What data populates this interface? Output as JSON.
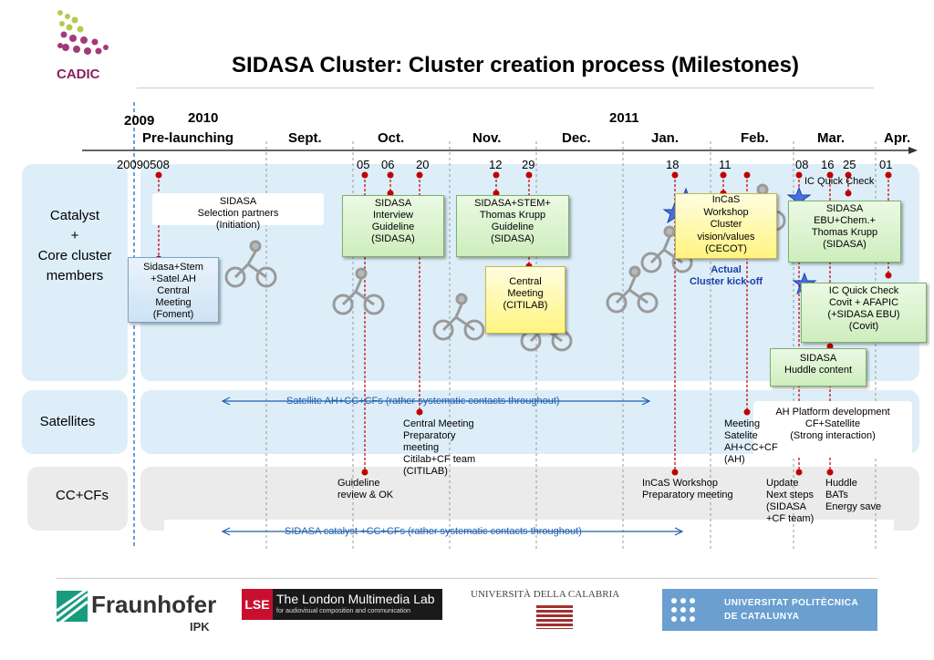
{
  "title": "SIDASA Cluster: Cluster creation process (Milestones)",
  "logo": {
    "text": "CADIC"
  },
  "timeline": {
    "years": {
      "y2009": "2009",
      "y2010": "2010",
      "y2011": "2011"
    },
    "phase": "Pre-launching",
    "months": {
      "sept": "Sept.",
      "oct": "Oct.",
      "nov": "Nov.",
      "dec": "Dec.",
      "jan": "Jan.",
      "feb": "Feb.",
      "mar": "Mar.",
      "apr": "Apr."
    },
    "days": {
      "d20090508": "20090508",
      "oct05": "05",
      "oct06": "06",
      "oct20": "20",
      "nov12": "12",
      "nov29": "29",
      "jan18": "18",
      "feb11": "11",
      "mar08": "08",
      "mar16": "16",
      "mar25": "25",
      "apr01": "01"
    }
  },
  "rows": {
    "catalyst": "Catalyst\n+\nCore cluster\nmembers",
    "satellites": "Satellites",
    "cccfs": "CC+CFs"
  },
  "boxes": {
    "selection": "SIDASA\nSelection partners\n(Initiation)",
    "sidasa_stem": "Sidasa+Stem\n+Satel.AH\nCentral\nMeeting\n(Foment)",
    "interview": "SIDASA\nInterview\nGuideline\n(SIDASA)",
    "stem_krupp": "SIDASA+STEM+\nThomas Krupp\nGuideline\n(SIDASA)",
    "central_citilab": "Central\nMeeting\n(CITILAB)",
    "incas_workshop": "InCaS\nWorkshop\nCluster\nvision/values\n(CECOT)",
    "actual_kickoff": "Actual\nCluster kick-off",
    "ic_quick_check": "IC Quick Check",
    "ebu_chem": "SIDASA\nEBU+Chem.+\nThomas Krupp\n(SIDASA)",
    "ic_covit": "IC Quick Check\nCovit + AFAPIC\n(+SIDASA EBU)\n(Covit)",
    "huddle_content": "SIDASA\nHuddle content",
    "ah_platform": "AH Platform development\nCF+Satellite\n(Strong interaction)"
  },
  "notes": {
    "satellite_contacts": "Satellite AH+CC+CFs (rather systematic contacts throughout)",
    "central_prep": "Central Meeting\nPreparatory\nmeeting\nCitilab+CF team\n(CITILAB)",
    "meeting_satelite": "Meeting\nSatelite\nAH+CC+CF\n(AH)",
    "guideline_review": "Guideline\nreview & OK",
    "incas_prep": "InCaS Workshop\nPreparatory meeting",
    "update_next": "Update\nNext  steps\n(SIDASA\n+CF team)",
    "huddle_bats": "Huddle\nBATs\nEnergy save",
    "catalyst_contacts": "SIDASA catalyst +CC+CFs (rather systematic contacts throughout)"
  },
  "footer_logos": {
    "fraunhofer": "Fraunhofer",
    "fraunhofer_sub": "IPK",
    "lse": "LSE",
    "lse_name": "The London Multimedia Lab",
    "lse_sub": "for audiovisual composition and communication",
    "calabria": "UNIVERSITÀ DELLA CALABRIA",
    "upc_line1": "UNIVERSITAT POLITÈCNICA",
    "upc_line2": "DE CATALUNYA"
  },
  "colors": {
    "accent_red": "#c00000",
    "link_blue": "#1f5fae",
    "band_blue": "#ddeef9",
    "star_blue": "#3a5fd9"
  }
}
